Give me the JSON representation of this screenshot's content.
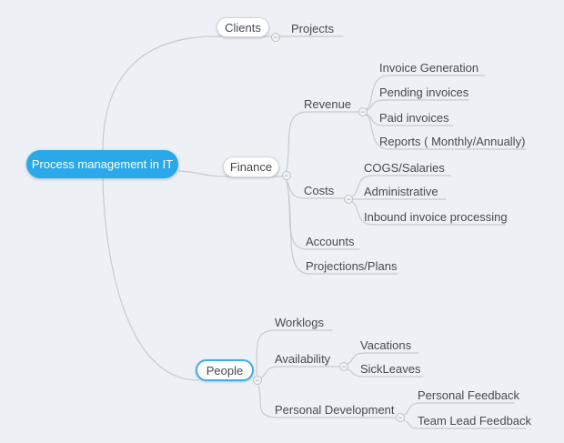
{
  "mindmap": {
    "root": {
      "label": "Process management in IT"
    },
    "branches": [
      {
        "label": "Clients",
        "children": [
          {
            "label": "Projects"
          }
        ]
      },
      {
        "label": "Finance",
        "children": [
          {
            "label": "Revenue",
            "children": [
              {
                "label": "Invoice Generation"
              },
              {
                "label": "Pending invoices"
              },
              {
                "label": "Paid invoices"
              },
              {
                "label": "Reports ( Monthly/Annually)"
              }
            ]
          },
          {
            "label": "Costs",
            "children": [
              {
                "label": "COGS/Salaries"
              },
              {
                "label": "Administrative"
              },
              {
                "label": "Inbound invoice processing"
              }
            ]
          },
          {
            "label": "Accounts"
          },
          {
            "label": "Projections/Plans"
          }
        ]
      },
      {
        "label": "People",
        "selected": true,
        "children": [
          {
            "label": "Worklogs"
          },
          {
            "label": "Availability",
            "children": [
              {
                "label": "Vacations"
              },
              {
                "label": "SickLeaves"
              }
            ]
          },
          {
            "label": "Personal Development",
            "children": [
              {
                "label": "Personal Feedback"
              },
              {
                "label": "Team Lead Feedback"
              }
            ]
          }
        ]
      }
    ]
  },
  "ui": {
    "collapse_symbol": "−",
    "colors": {
      "canvas_background": "#edf0f4",
      "root_node_fill": "#29a9e9",
      "root_node_text": "#ffffff",
      "node_text": "#474a4f",
      "node_pill_background": "#ffffff",
      "node_pill_border": "#d2d6db",
      "selected_node_border": "#45abea",
      "connector_line": "#c7cbd1"
    }
  }
}
